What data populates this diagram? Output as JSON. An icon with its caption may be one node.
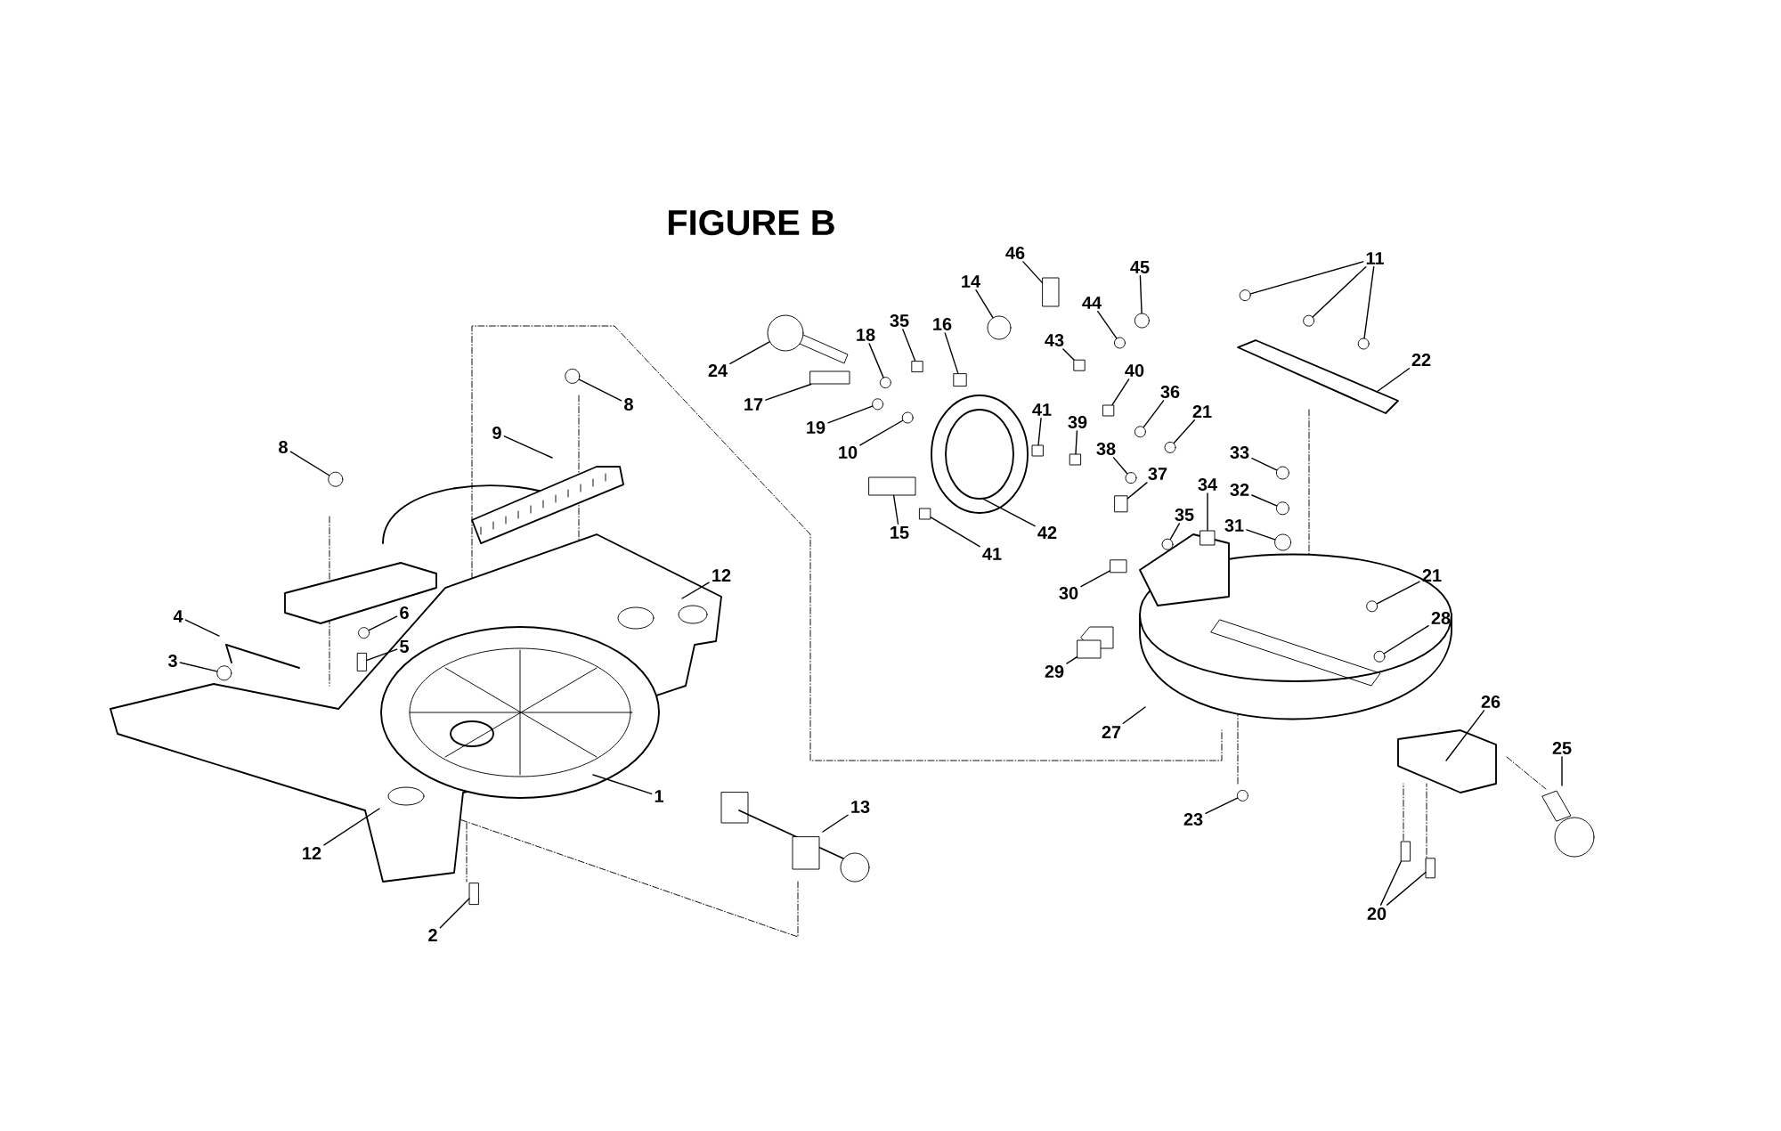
{
  "diagram": {
    "title": "FIGURE B",
    "nodes": [
      {
        "text": [
          "24"
        ]
      },
      {
        "text": [
          "18"
        ]
      },
      {
        "text": [
          "35"
        ]
      },
      {
        "text": [
          "16"
        ]
      },
      {
        "text": [
          "14"
        ]
      },
      {
        "text": [
          "46"
        ]
      },
      {
        "text": [
          "45"
        ]
      },
      {
        "text": [
          "44"
        ]
      },
      {
        "text": [
          "43"
        ]
      },
      {
        "text": [
          "11"
        ]
      },
      {
        "text": [
          "22"
        ]
      },
      {
        "text": [
          "17"
        ]
      },
      {
        "text": [
          "19"
        ]
      },
      {
        "text": [
          "10"
        ]
      },
      {
        "text": [
          "40"
        ]
      },
      {
        "text": [
          "36"
        ]
      },
      {
        "text": [
          "21"
        ]
      },
      {
        "text": [
          "41"
        ]
      },
      {
        "text": [
          "39"
        ]
      },
      {
        "text": [
          "38"
        ]
      },
      {
        "text": [
          "37"
        ]
      },
      {
        "text": [
          "15"
        ]
      },
      {
        "text": [
          "42"
        ]
      },
      {
        "text": [
          "41"
        ]
      },
      {
        "text": [
          "33"
        ]
      },
      {
        "text": [
          "32"
        ]
      },
      {
        "text": [
          "31"
        ]
      },
      {
        "text": [
          "34"
        ]
      },
      {
        "text": [
          "35"
        ]
      },
      {
        "text": [
          "21"
        ]
      },
      {
        "text": [
          "28"
        ]
      },
      {
        "text": [
          "30"
        ]
      },
      {
        "text": [
          "29"
        ]
      },
      {
        "text": [
          "27"
        ]
      },
      {
        "text": [
          "26"
        ]
      },
      {
        "text": [
          "25"
        ]
      },
      {
        "text": [
          "23"
        ]
      },
      {
        "text": [
          "20"
        ]
      },
      {
        "text": [
          "8"
        ]
      },
      {
        "text": [
          "9"
        ]
      },
      {
        "text": [
          "8"
        ]
      },
      {
        "text": [
          "4"
        ]
      },
      {
        "text": [
          "6"
        ]
      },
      {
        "text": [
          "3"
        ]
      },
      {
        "text": [
          "5"
        ]
      },
      {
        "text": [
          "12"
        ]
      },
      {
        "text": [
          "1"
        ]
      },
      {
        "text": [
          "12"
        ]
      },
      {
        "text": [
          "13"
        ]
      },
      {
        "text": [
          "2"
        ]
      },
      {
        "text": [],
        "shape": "circle"
      },
      {
        "text": [],
        "shape": "circle"
      },
      {
        "text": [],
        "shape": "box"
      },
      {
        "text": [],
        "shape": "box"
      },
      {
        "text": [],
        "shape": "circle"
      },
      {
        "text": [],
        "shape": "box"
      },
      {
        "text": [],
        "shape": "circle"
      },
      {
        "text": [],
        "shape": "circle"
      },
      {
        "text": [],
        "shape": "box"
      },
      {
        "text": [],
        "shape": "circle"
      },
      {
        "text": [],
        "shape": "circle"
      },
      {
        "text": [],
        "shape": "circle"
      },
      {
        "text": [],
        "shape": "box"
      },
      {
        "text": [],
        "shape": "circle"
      },
      {
        "text": [],
        "shape": "circle"
      },
      {
        "text": [],
        "shape": "box"
      },
      {
        "text": [],
        "shape": "circle"
      },
      {
        "text": [],
        "shape": "circle"
      },
      {
        "text": [],
        "shape": "box"
      },
      {
        "text": [],
        "shape": "box"
      },
      {
        "text": [],
        "shape": "circle"
      },
      {
        "text": [],
        "shape": "box"
      },
      {
        "text": [],
        "shape": "box"
      },
      {
        "text": [],
        "shape": "box"
      },
      {
        "text": [],
        "shape": "circle"
      },
      {
        "text": [],
        "shape": "circle"
      },
      {
        "text": [],
        "shape": "circle"
      },
      {
        "text": [],
        "shape": "box"
      },
      {
        "text": [],
        "shape": "circle"
      },
      {
        "text": [],
        "shape": "circle"
      },
      {
        "text": [],
        "shape": "circle"
      },
      {
        "text": [],
        "shape": "box"
      },
      {
        "text": [],
        "shape": "box"
      },
      {
        "text": [],
        "shape": "circle"
      },
      {
        "text": [],
        "shape": "box"
      },
      {
        "text": [],
        "shape": "box"
      },
      {
        "text": [],
        "shape": "circle"
      },
      {
        "text": [],
        "shape": "circle"
      },
      {
        "text": [],
        "shape": "circle"
      },
      {
        "text": [],
        "shape": "circle"
      },
      {
        "text": [],
        "shape": "box"
      },
      {
        "text": [],
        "shape": "box"
      }
    ],
    "edges": [
      {
        "from": 0,
        "to": 50,
        "arrow": "none"
      },
      {
        "from": 1,
        "to": 51,
        "arrow": "none"
      },
      {
        "from": 2,
        "to": 52,
        "arrow": "none"
      },
      {
        "from": 3,
        "to": 53,
        "arrow": "none"
      },
      {
        "from": 4,
        "to": 54,
        "arrow": "none"
      },
      {
        "from": 5,
        "to": 55,
        "arrow": "none"
      },
      {
        "from": 6,
        "to": 56,
        "arrow": "none"
      },
      {
        "from": 7,
        "to": 57,
        "arrow": "none"
      },
      {
        "from": 8,
        "to": 58,
        "arrow": "none"
      },
      {
        "from": 9,
        "to": 59,
        "arrow": "none"
      },
      {
        "from": 9,
        "to": 60,
        "arrow": "none"
      },
      {
        "from": 9,
        "to": 61,
        "arrow": "none"
      },
      {
        "from": 10,
        "to": null,
        "arrow": "none"
      },
      {
        "from": 11,
        "to": 62,
        "arrow": "none"
      },
      {
        "from": 12,
        "to": 63,
        "arrow": "none"
      },
      {
        "from": 13,
        "to": 64,
        "arrow": "none"
      },
      {
        "from": 14,
        "to": 65,
        "arrow": "none"
      },
      {
        "from": 15,
        "to": 66,
        "arrow": "none"
      },
      {
        "from": 16,
        "to": 67,
        "arrow": "none"
      },
      {
        "from": 17,
        "to": 68,
        "arrow": "none"
      },
      {
        "from": 18,
        "to": 69,
        "arrow": "none"
      },
      {
        "from": 19,
        "to": 70,
        "arrow": "none"
      },
      {
        "from": 20,
        "to": 71,
        "arrow": "none"
      },
      {
        "from": 21,
        "to": 72,
        "arrow": "none"
      },
      {
        "from": 22,
        "to": null,
        "arrow": "none"
      },
      {
        "from": 23,
        "to": 73,
        "arrow": "none"
      },
      {
        "from": 24,
        "to": 74,
        "arrow": "none"
      },
      {
        "from": 25,
        "to": 75,
        "arrow": "none"
      },
      {
        "from": 26,
        "to": 76,
        "arrow": "none"
      },
      {
        "from": 27,
        "to": 77,
        "arrow": "none"
      },
      {
        "from": 28,
        "to": 78,
        "arrow": "none"
      },
      {
        "from": 29,
        "to": 79,
        "arrow": "none"
      },
      {
        "from": 30,
        "to": 80,
        "arrow": "none"
      },
      {
        "from": 31,
        "to": 81,
        "arrow": "none"
      },
      {
        "from": 32,
        "to": 82,
        "arrow": "none"
      },
      {
        "from": 33,
        "to": null,
        "arrow": "none"
      },
      {
        "from": 34,
        "to": null,
        "arrow": "none"
      },
      {
        "from": 35,
        "to": null,
        "arrow": "none"
      },
      {
        "from": 36,
        "to": 83,
        "arrow": "none"
      },
      {
        "from": 37,
        "to": 84,
        "arrow": "none"
      },
      {
        "from": 37,
        "to": 85,
        "arrow": "none"
      },
      {
        "from": 38,
        "to": 86,
        "arrow": "none"
      },
      {
        "from": 39,
        "to": null,
        "arrow": "none"
      },
      {
        "from": 40,
        "to": 87,
        "arrow": "none"
      },
      {
        "from": 41,
        "to": null,
        "arrow": "none"
      },
      {
        "from": 42,
        "to": 88,
        "arrow": "none"
      },
      {
        "from": 43,
        "to": 89,
        "arrow": "none"
      },
      {
        "from": 44,
        "to": 90,
        "arrow": "none"
      },
      {
        "from": 45,
        "to": null,
        "arrow": "none"
      },
      {
        "from": 46,
        "to": null,
        "arrow": "none"
      },
      {
        "from": 47,
        "to": null,
        "arrow": "none"
      },
      {
        "from": 48,
        "to": null,
        "arrow": "none"
      },
      {
        "from": 49,
        "to": 91,
        "arrow": "none"
      }
    ]
  }
}
